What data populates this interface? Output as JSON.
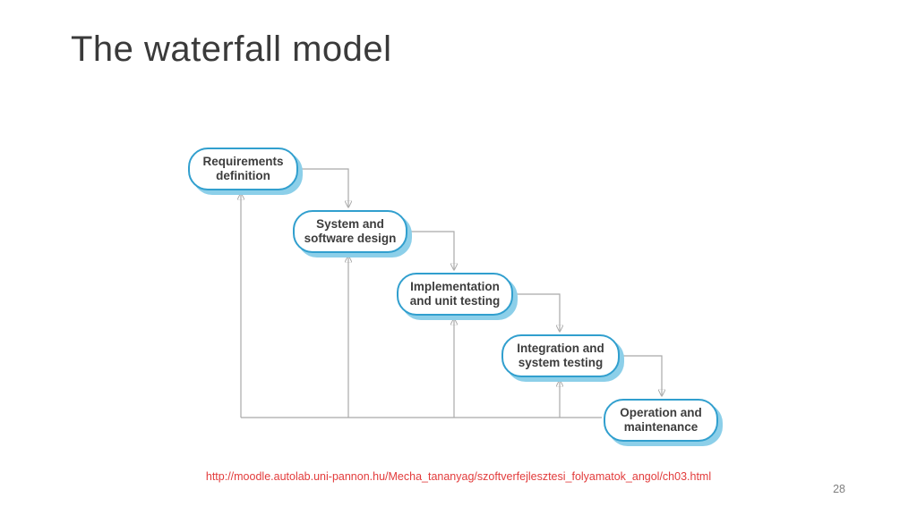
{
  "slide": {
    "title": "The waterfall model",
    "page_number": "28",
    "source_url": "http://moodle.autolab.uni-pannon.hu/Mecha_tananyag/szoftverfejlesztesi_folyamatok_angol/ch03.html"
  },
  "diagram": {
    "type": "flowchart",
    "description": "Waterfall model cascade: five stages stepped down left-to-right, forward arrows into the top of each next stage, and a bottom feedback rail from Operation and maintenance with upward arrows into the bottom of each earlier stage.",
    "nodes": [
      {
        "id": "requirements-definition",
        "label": "Requirements\ndefinition"
      },
      {
        "id": "system-and-software-design",
        "label": "System and\nsoftware design"
      },
      {
        "id": "implementation-and-unit-testing",
        "label": "Implementation\nand unit testing"
      },
      {
        "id": "integration-and-system-testing",
        "label": "Integration and\nsystem testing"
      },
      {
        "id": "operation-and-maintenance",
        "label": "Operation and\nmaintenance"
      }
    ],
    "edges": {
      "forward": [
        {
          "from": "requirements-definition",
          "to": "system-and-software-design"
        },
        {
          "from": "system-and-software-design",
          "to": "implementation-and-unit-testing"
        },
        {
          "from": "implementation-and-unit-testing",
          "to": "integration-and-system-testing"
        },
        {
          "from": "integration-and-system-testing",
          "to": "operation-and-maintenance"
        }
      ],
      "feedback": [
        {
          "from": "operation-and-maintenance",
          "to": "requirements-definition"
        },
        {
          "from": "operation-and-maintenance",
          "to": "system-and-software-design"
        },
        {
          "from": "operation-and-maintenance",
          "to": "implementation-and-unit-testing"
        },
        {
          "from": "operation-and-maintenance",
          "to": "integration-and-system-testing"
        }
      ]
    },
    "colors": {
      "node_border": "#319fce",
      "node_shadow": "#8ccfe9",
      "node_fill": "#ffffff",
      "node_text": "#3d3d3d",
      "connector_line": "#a9a9a9",
      "arrowhead": "#222222",
      "title_text": "#3a3a3a",
      "url_text": "#e23b3b",
      "page_number_text": "#7f7f7f"
    }
  }
}
